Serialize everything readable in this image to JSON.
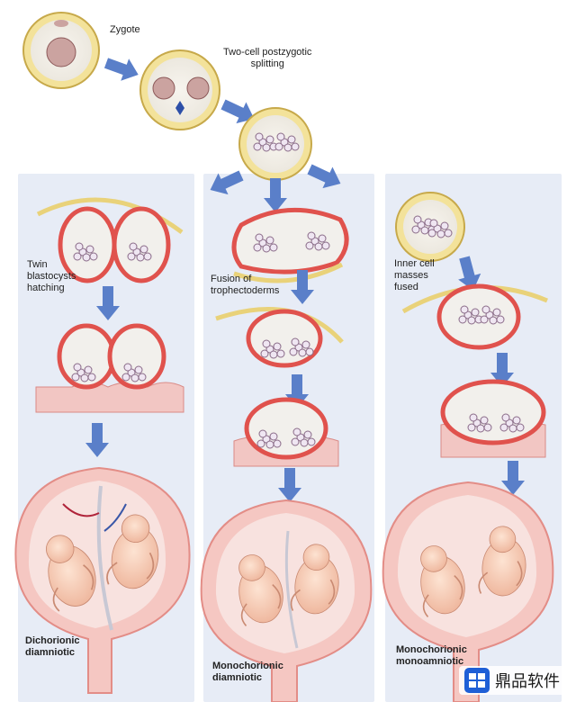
{
  "labels": {
    "zygote": "Zygote",
    "two_cell": "Two-cell postzygotic\nsplitting",
    "twin_blastocysts": "Twin\nblastocysts\nhatching",
    "fusion": "Fusion of\ntrophectoderms",
    "inner_cell": "Inner cell\nmasses\nfused",
    "dichorionic": "Dichorionic\ndiamniotic",
    "mono_di": "Monochorionic\ndiamniotic",
    "mono_mono": "Monochorionic\nmonoamniotic"
  },
  "brand": {
    "name": "鼎品软件"
  },
  "colors": {
    "panel": "#e7ecf6",
    "arrow": "#5a7fc9",
    "cell_wall": "#e0524d",
    "yolk": "#f4e4a8",
    "uterus": "#f2b8b4"
  }
}
